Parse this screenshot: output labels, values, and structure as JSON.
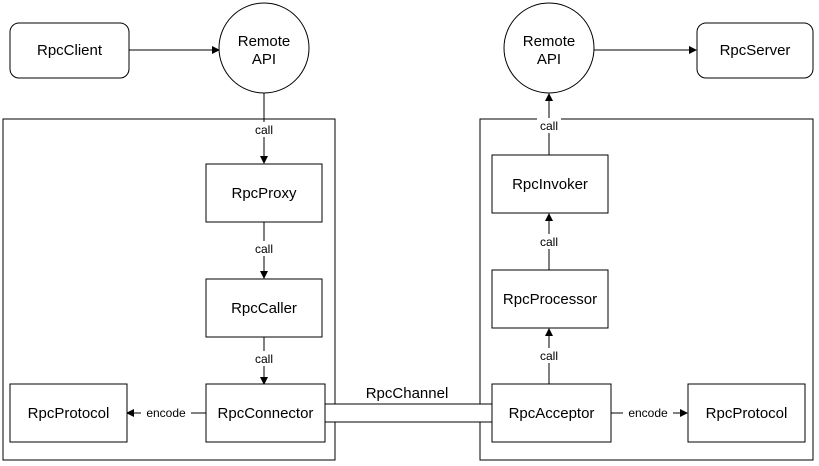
{
  "client": {
    "box_label": "RpcClient",
    "remote_api": [
      "Remote",
      "API"
    ],
    "proxy": "RpcProxy",
    "caller": "RpcCaller",
    "connector": "RpcConnector",
    "protocol": "RpcProtocol",
    "call_1": "call",
    "call_2": "call",
    "call_3": "call",
    "encode": "encode"
  },
  "channel": {
    "label": "RpcChannel"
  },
  "server": {
    "box_label": "RpcServer",
    "remote_api": [
      "Remote",
      "API"
    ],
    "invoker": "RpcInvoker",
    "processor": "RpcProcessor",
    "acceptor": "RpcAcceptor",
    "protocol": "RpcProtocol",
    "call_1": "call",
    "call_2": "call",
    "call_3": "call",
    "encode": "encode"
  }
}
